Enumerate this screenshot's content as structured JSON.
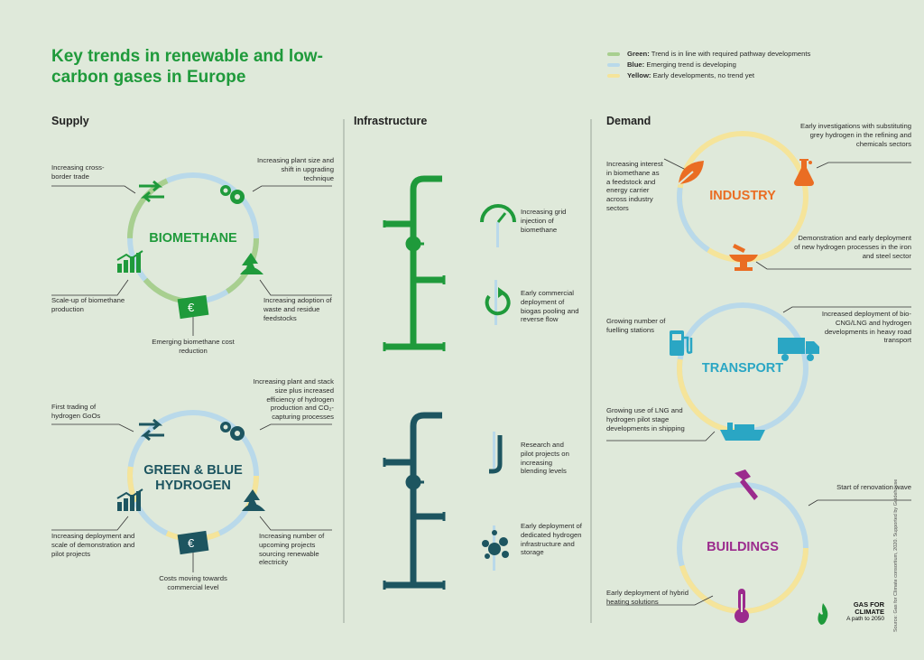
{
  "title": "Key trends in renewable and low-carbon gases in Europe",
  "legend": [
    {
      "key": "Green:",
      "text": "Trend is in line with required pathway developments",
      "color": "#a8cf8f"
    },
    {
      "key": "Blue:",
      "text": "Emerging trend is developing",
      "color": "#b9d9ea"
    },
    {
      "key": "Yellow:",
      "text": "Early developments, no trend yet",
      "color": "#f5e49a"
    }
  ],
  "colors": {
    "background": "#dfe9da",
    "green": "#1f9a3b",
    "dark_teal": "#1d5560",
    "teal": "#2aa6c4",
    "orange": "#ea6d23",
    "purple": "#9b2b8d"
  },
  "supply": {
    "heading": "Supply",
    "biomethane": {
      "title": "BIOMETHANE",
      "labels": {
        "cross_border": "Increasing cross-border trade",
        "plant_size": "Increasing plant size and shift in upgrading technique",
        "scale_up": "Scale-up of biomethane production",
        "waste": "Increasing adoption of waste and residue feedstocks",
        "cost": "Emerging biomethane cost reduction"
      }
    },
    "hydrogen": {
      "title_line1": "GREEN & BLUE",
      "title_line2": "HYDROGEN",
      "labels": {
        "goos": "First trading of hydrogen GoOs",
        "plant_stack": "Increasing plant and stack size plus increased efficiency of hydrogen production and CO₂-capturing processes",
        "deployment": "Increasing deployment and scale of demonstration and pilot projects",
        "upcoming": "Increasing number of upcoming projects sourcing renewable electricity",
        "costs": "Costs moving towards commercial level"
      }
    }
  },
  "infrastructure": {
    "heading": "Infrastructure",
    "items": [
      {
        "text": "Increasing grid injection of biomethane",
        "icon": "gauge-icon"
      },
      {
        "text": "Early commercial deployment of biogas pooling and reverse flow",
        "icon": "reverse-flow-icon"
      },
      {
        "text": "Research and pilot projects on increasing blending levels",
        "icon": "blending-pipe-icon"
      },
      {
        "text": "Early deployment of dedicated hydrogen infrastructure and storage",
        "icon": "hydrogen-molecules-icon"
      }
    ]
  },
  "demand": {
    "heading": "Demand",
    "industry": {
      "title": "INDUSTRY",
      "labels": {
        "interest": "Increasing interest in biomethane as a feedstock and energy carrier across industry sectors",
        "grey_h2": "Early investigations with substituting grey hydrogen in the refining and chemicals sectors",
        "steel": "Demonstration and early deployment of new hydrogen processes in the iron and steel sector"
      }
    },
    "transport": {
      "title": "TRANSPORT",
      "labels": {
        "fuelling": "Growing number of fuelling stations",
        "road": "Increased deployment of bio-CNG/LNG and hydrogen developments in heavy road transport",
        "shipping": "Growing use of LNG and hydrogen pilot stage developments in shipping"
      }
    },
    "buildings": {
      "title": "BUILDINGS",
      "labels": {
        "renovation": "Start of renovation wave",
        "hybrid": "Early deployment of hybrid heating solutions"
      }
    }
  },
  "logo": {
    "line1": "GAS FOR CLIMATE",
    "line2": "A path to 2050"
  },
  "source": "Source: Gas for Climate consortium, 2020. Supported by Guidehouse"
}
